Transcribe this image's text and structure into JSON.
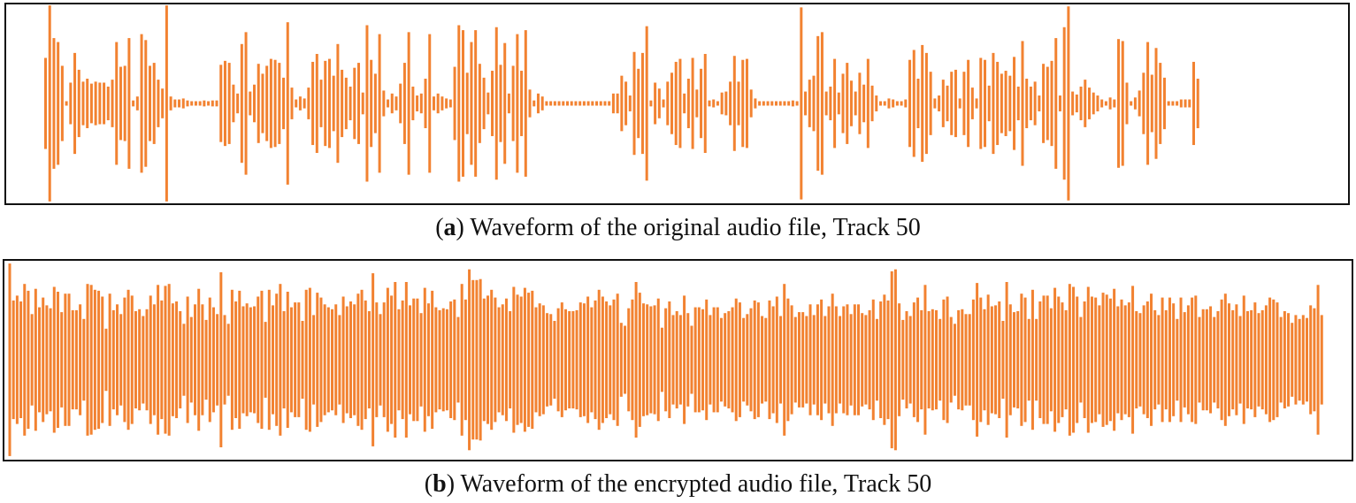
{
  "colors": {
    "waveform": "#F28231",
    "frame": "#111111"
  },
  "chart_data": [
    {
      "type": "bar",
      "panel_letter": "a",
      "caption": "Waveform of the original audio file, Track 50",
      "xlabel": "",
      "ylabel": "",
      "ylim": [
        -1,
        1
      ],
      "grid": false,
      "amplitudes": [
        0.46,
        0.99,
        0.66,
        0.62,
        0.38,
        0.02,
        0.21,
        0.51,
        0.34,
        0.22,
        0.25,
        0.2,
        0.22,
        0.21,
        0.21,
        0.17,
        0.24,
        0.62,
        0.37,
        0.38,
        0.66,
        0.03,
        0.07,
        0.7,
        0.64,
        0.38,
        0.41,
        0.24,
        0.15,
        0.99,
        0.07,
        0.04,
        0.04,
        0.05,
        0.03,
        0.02,
        0.02,
        0.02,
        0.03,
        0.02,
        0.03,
        0.03,
        0.39,
        0.43,
        0.41,
        0.19,
        0.1,
        0.6,
        0.72,
        0.12,
        0.19,
        0.4,
        0.3,
        0.38,
        0.45,
        0.44,
        0.41,
        0.26,
        0.82,
        0.16,
        0.04,
        0.07,
        0.05,
        0.16,
        0.42,
        0.5,
        0.24,
        0.43,
        0.45,
        0.28,
        0.6,
        0.34,
        0.26,
        0.17,
        0.36,
        0.41,
        0.11,
        0.79,
        0.44,
        0.3,
        0.7,
        0.13,
        0.04,
        0.1,
        0.07,
        0.2,
        0.41,
        0.72,
        0.17,
        0.08,
        0.1,
        0.25,
        0.7,
        0.07,
        0.1,
        0.07,
        0.05,
        0.04,
        0.37,
        0.79,
        0.74,
        0.31,
        0.62,
        0.74,
        0.4,
        0.26,
        0.11,
        0.33,
        0.77,
        0.39,
        0.61,
        0.1,
        0.38,
        0.7,
        0.33,
        0.74,
        0.14,
        0.03,
        0.1,
        0.07,
        0.02,
        0.02,
        0.02,
        0.02,
        0.02,
        0.02,
        0.02,
        0.02,
        0.02,
        0.02,
        0.02,
        0.02,
        0.02,
        0.02,
        0.02,
        0.02,
        0.1,
        0.1,
        0.28,
        0.22,
        0.08,
        0.52,
        0.35,
        0.51,
        0.78,
        0.03,
        0.21,
        0.15,
        0.04,
        0.22,
        0.31,
        0.42,
        0.45,
        0.1,
        0.25,
        0.46,
        0.14,
        0.35,
        0.5,
        0.03,
        0.04,
        0.0,
        0.11,
        0.12,
        0.22,
        0.48,
        0.22,
        0.44,
        0.45,
        0.14,
        0.05,
        0.02,
        0.02,
        0.02,
        0.02,
        0.02,
        0.02,
        0.02,
        0.02,
        0.03,
        0.02,
        0.97,
        0.12,
        0.24,
        0.28,
        0.68,
        0.72,
        0.12,
        0.17,
        0.45,
        0.11,
        0.3,
        0.41,
        0.23,
        0.12,
        0.31,
        0.19,
        0.45,
        0.18,
        0.08,
        0.02,
        0.02,
        0.05,
        0.04,
        0.02,
        0.02,
        0.04,
        0.44,
        0.54,
        0.25,
        0.59,
        0.51,
        0.32,
        0.05,
        0.08,
        0.24,
        0.18,
        0.32,
        0.34,
        0.05,
        0.32,
        0.44,
        0.16,
        0.05,
        0.46,
        0.44,
        0.18,
        0.51,
        0.42,
        0.3,
        0.33,
        0.28,
        0.47,
        0.17,
        0.63,
        0.25,
        0.17,
        0.22,
        0.08,
        0.4,
        0.37,
        0.43,
        0.66,
        0.08,
        0.77,
        0.98,
        0.12,
        0.09,
        0.17,
        0.24,
        0.16,
        0.11,
        0.08,
        0.04,
        0.02,
        0.06,
        0.04,
        0.65,
        0.63,
        0.21,
        0.02,
        0.06,
        0.13,
        0.31,
        0.62,
        0.29,
        0.56,
        0.41,
        0.26,
        0.02,
        0.02,
        0.0,
        0.04,
        0.04,
        0.04,
        0.42,
        0.25
      ]
    },
    {
      "type": "bar",
      "panel_letter": "b",
      "caption": "Waveform of the encrypted audio file, Track 50",
      "xlabel": "",
      "ylabel": "",
      "ylim": [
        -1,
        1
      ],
      "grid": false,
      "amplitudes": [
        0.99,
        0.61,
        0.66,
        0.6,
        0.78,
        0.71,
        0.47,
        0.73,
        0.54,
        0.64,
        0.56,
        0.53,
        0.75,
        0.7,
        0.49,
        0.68,
        0.68,
        0.51,
        0.51,
        0.57,
        0.42,
        0.78,
        0.77,
        0.72,
        0.71,
        0.65,
        0.32,
        0.68,
        0.51,
        0.57,
        0.47,
        0.64,
        0.72,
        0.66,
        0.5,
        0.52,
        0.45,
        0.52,
        0.66,
        0.57,
        0.77,
        0.61,
        0.76,
        0.78,
        0.58,
        0.6,
        0.5,
        0.37,
        0.65,
        0.44,
        0.57,
        0.73,
        0.57,
        0.41,
        0.64,
        0.54,
        0.47,
        0.9,
        0.46,
        0.37,
        0.72,
        0.6,
        0.71,
        0.55,
        0.58,
        0.54,
        0.55,
        0.65,
        0.71,
        0.39,
        0.72,
        0.56,
        0.68,
        0.78,
        0.5,
        0.7,
        0.54,
        0.59,
        0.59,
        0.4,
        0.72,
        0.74,
        0.46,
        0.69,
        0.64,
        0.57,
        0.54,
        0.52,
        0.57,
        0.46,
        0.65,
        0.55,
        0.6,
        0.57,
        0.68,
        0.72,
        0.61,
        0.5,
        0.89,
        0.59,
        0.47,
        0.59,
        0.74,
        0.66,
        0.8,
        0.52,
        0.61,
        0.8,
        0.56,
        0.63,
        0.63,
        0.48,
        0.74,
        0.58,
        0.71,
        0.54,
        0.51,
        0.53,
        0.52,
        0.6,
        0.62,
        0.44,
        0.78,
        0.62,
        0.93,
        0.82,
        0.82,
        0.83,
        0.63,
        0.66,
        0.72,
        0.64,
        0.54,
        0.57,
        0.63,
        0.5,
        0.75,
        0.67,
        0.65,
        0.74,
        0.69,
        0.71,
        0.54,
        0.58,
        0.56,
        0.48,
        0.47,
        0.4,
        0.53,
        0.59,
        0.52,
        0.5,
        0.5,
        0.51,
        0.59,
        0.58,
        0.65,
        0.54,
        0.61,
        0.72,
        0.65,
        0.6,
        0.56,
        0.62,
        0.68,
        0.38,
        0.35,
        0.53,
        0.62,
        0.8,
        0.69,
        0.58,
        0.57,
        0.55,
        0.56,
        0.63,
        0.33,
        0.53,
        0.6,
        0.46,
        0.5,
        0.46,
        0.66,
        0.48,
        0.35,
        0.54,
        0.54,
        0.52,
        0.62,
        0.46,
        0.54,
        0.54,
        0.43,
        0.48,
        0.5,
        0.54,
        0.63,
        0.59,
        0.43,
        0.47,
        0.53,
        0.61,
        0.59,
        0.45,
        0.43,
        0.61,
        0.55,
        0.65,
        0.45,
        0.78,
        0.63,
        0.56,
        0.44,
        0.49,
        0.49,
        0.45,
        0.57,
        0.46,
        0.57,
        0.62,
        0.45,
        0.55,
        0.68,
        0.55,
        0.45,
        0.55,
        0.57,
        0.47,
        0.57,
        0.57,
        0.48,
        0.46,
        0.51,
        0.62,
        0.42,
        0.6,
        0.67,
        0.61,
        0.91,
        0.93,
        0.58,
        0.41,
        0.5,
        0.45,
        0.59,
        0.64,
        0.51,
        0.77,
        0.5,
        0.52,
        0.51,
        0.42,
        0.62,
        0.65,
        0.44,
        0.37,
        0.51,
        0.52,
        0.47,
        0.47,
        0.62,
        0.79,
        0.64,
        0.52,
        0.67,
        0.55,
        0.56,
        0.6,
        0.4,
        0.8,
        0.57,
        0.49,
        0.5,
        0.68,
        0.64,
        0.42,
        0.72,
        0.42,
        0.6,
        0.66,
        0.66,
        0.53,
        0.74,
        0.65,
        0.59,
        0.51,
        0.78,
        0.75,
        0.65,
        0.44,
        0.6,
        0.75,
        0.65,
        0.64,
        0.56,
        0.69,
        0.67,
        0.63,
        0.73,
        0.55,
        0.62,
        0.56,
        0.59,
        0.76,
        0.5,
        0.48,
        0.56,
        0.6,
        0.68,
        0.51,
        0.46,
        0.64,
        0.51,
        0.64,
        0.58,
        0.42,
        0.64,
        0.49,
        0.56,
        0.64,
        0.66,
        0.44,
        0.52,
        0.52,
        0.55,
        0.44,
        0.5,
        0.62,
        0.68,
        0.58,
        0.51,
        0.57,
        0.45,
        0.66,
        0.5,
        0.51,
        0.59,
        0.48,
        0.51,
        0.56,
        0.64,
        0.62,
        0.59,
        0.44,
        0.5,
        0.48,
        0.38,
        0.46,
        0.42,
        0.46,
        0.43,
        0.56,
        0.53,
        0.77,
        0.46
      ]
    }
  ]
}
